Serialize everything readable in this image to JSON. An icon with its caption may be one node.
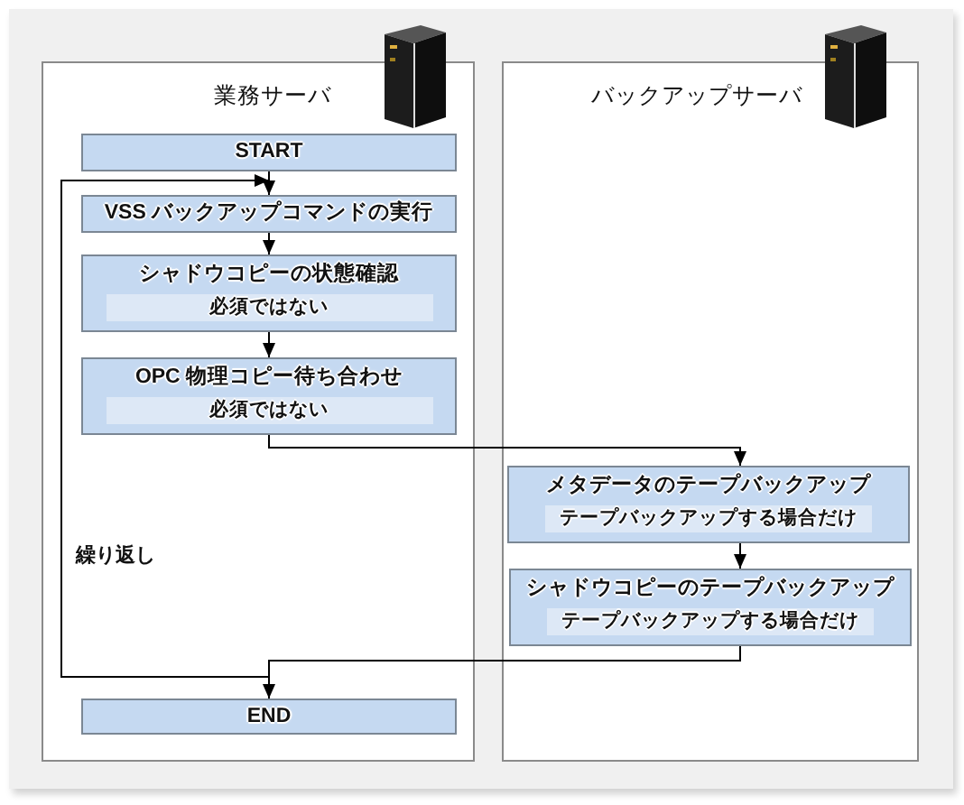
{
  "diagram": {
    "nodes": [
      {
        "text": [
          "業務サーバ"
        ]
      },
      {
        "text": [
          "バックアップサーバ"
        ]
      },
      {
        "text": [
          "START"
        ],
        "in": 0
      },
      {
        "text": [
          "VSS バックアップコマンドの実行"
        ],
        "in": 0
      },
      {
        "text": [
          "シャドウコピーの状態確認",
          "必須ではない"
        ],
        "in": 0
      },
      {
        "text": [
          "OPC 物理コピー待ち合わせ",
          "必須ではない"
        ],
        "in": 0
      },
      {
        "text": [
          "メタデータのテープバックアップ",
          "テープバックアップする場合だけ"
        ],
        "in": 1
      },
      {
        "text": [
          "シャドウコピーのテープバックアップ",
          "テープバックアップする場合だけ"
        ],
        "in": 1
      },
      {
        "text": [
          "END"
        ],
        "in": 0
      }
    ],
    "edges": [
      {
        "from": 2,
        "to": 3,
        "arrow": "to"
      },
      {
        "from": 3,
        "to": 4,
        "arrow": "to"
      },
      {
        "from": 4,
        "to": 5,
        "arrow": "to"
      },
      {
        "from": 5,
        "to": 6,
        "arrow": "to"
      },
      {
        "from": 6,
        "to": 7,
        "arrow": "to"
      },
      {
        "from": 7,
        "to": 8,
        "arrow": "to"
      },
      {
        "from": 7,
        "to": 3,
        "arrow": "to",
        "label": "繰り返し"
      }
    ]
  }
}
